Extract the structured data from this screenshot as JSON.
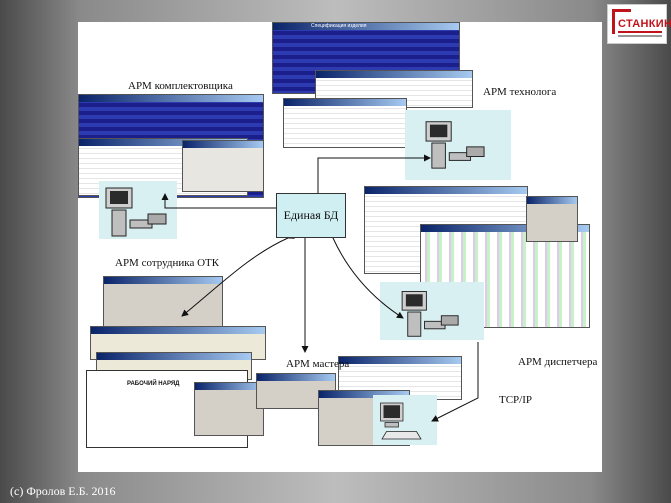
{
  "slide": {
    "central_box": "Единая БД",
    "labels": {
      "picker": "АРМ комплектовщика",
      "technologist": "АРМ технолога",
      "qc": "АРМ сотрудника ОТК",
      "master": "АРМ мастера",
      "dispatcher": "АРМ диспетчера",
      "network": "TCP/IP"
    },
    "footer": "(c) Фролов  Е.Б. 2016"
  },
  "logo": {
    "text": "СТАНКИН"
  },
  "screens": {
    "spec_title": "Спецификация изделия",
    "work_order_title": "РАБОЧИЙ НАРЯД"
  },
  "colors": {
    "db_fill": "#cfeff2",
    "window_title": "#0a246a",
    "logo_red": "#c0141c"
  }
}
